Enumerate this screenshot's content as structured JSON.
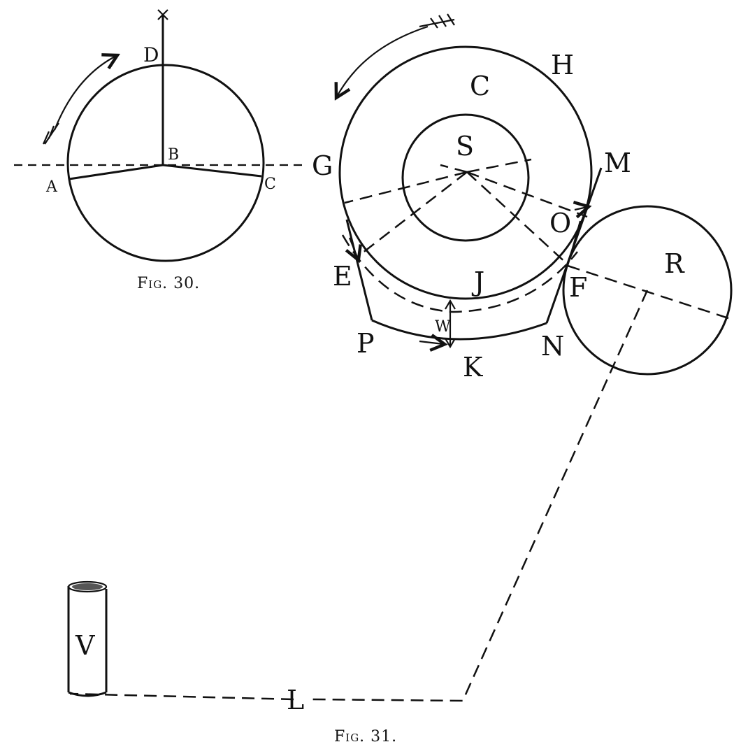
{
  "figures": [
    {
      "caption": "Fig. 30.",
      "labels": {
        "a": "A",
        "b": "B",
        "c": "C",
        "d": "D"
      }
    },
    {
      "caption": "Fig. 31.",
      "labels": {
        "c": "C",
        "h": "H",
        "g": "G",
        "s": "S",
        "m": "M",
        "o": "O",
        "r": "R",
        "e": "E",
        "j": "J",
        "f": "F",
        "w": "W",
        "p": "P",
        "k": "K",
        "n": "N",
        "v": "V",
        "l": "L"
      }
    }
  ]
}
